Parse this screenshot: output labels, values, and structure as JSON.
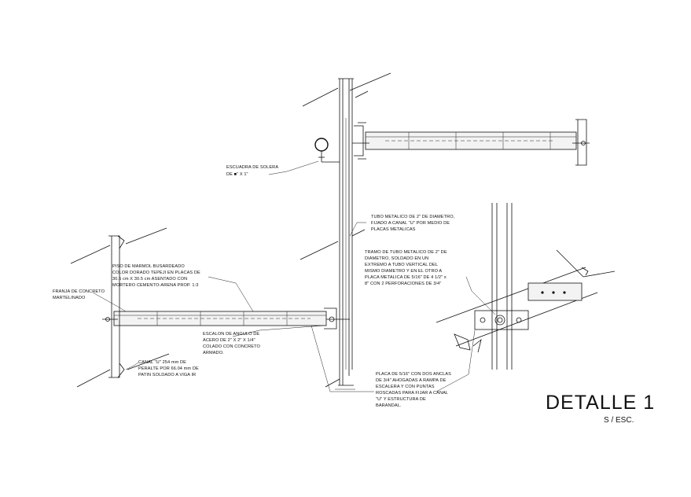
{
  "title": "DETALLE 1",
  "scale": "S / ESC.",
  "notes": {
    "escuadra": [
      "ESCUADRA DE SOLERA",
      "DE ■\" X 1\""
    ],
    "tubo": [
      "TUBO METALICO DE 2\" DE DIAMETRO,",
      "FIJADO A CANAL \"U\" POR MEDIO DE",
      "PLACAS METALICAS"
    ],
    "tramo": [
      "TRAMO DE TUBO METALICO DE 2\" DE",
      "DIAMETRO, SOLDADO EN UN",
      "EXTREMO A TUBO VERTICAL DEL",
      "MISMO DIAMETRO Y EN EL OTRO A",
      "PLACA METALICA DE 5/16\" DE 4 1/2\" x",
      "8\" CON 2 PERFORACIONES DE 3/4\""
    ],
    "piso": [
      "PISO DE MARMOL BUSARDEADO",
      "COLOR DORADO TEPEJI EN PLACAS DE",
      "30.5 cm X 30.5 cm ASENTADO CON",
      "MORTERO CEMENTO-ARENA PROP. 1:3"
    ],
    "franja": [
      "FRANJA DE CONCRETO",
      "MARTELINADO"
    ],
    "escalon": [
      "ESCALON DE ANGULO DE",
      "ACERO  DE 2\" X 2\" X 1/4\"",
      "COLADO CON CONCRETO",
      "ARMADO."
    ],
    "canal": [
      "CANAL \"U\" 254 mm DE",
      "PERALTE POR 66.04 mm DE",
      "PATIN SOLDADO A VIGA IR"
    ],
    "placa": [
      "PLACA DE 5/16\" CON DOS ANCLAS",
      "DE 3/4\" AHOGADAS A RAMPA DE",
      "ESCALERA Y CON PUNTAS",
      "ROSCADAS PARA FIJAR A CANAL",
      "\"U\" Y ESTRUCTURA DE",
      "BARANDAL."
    ]
  }
}
